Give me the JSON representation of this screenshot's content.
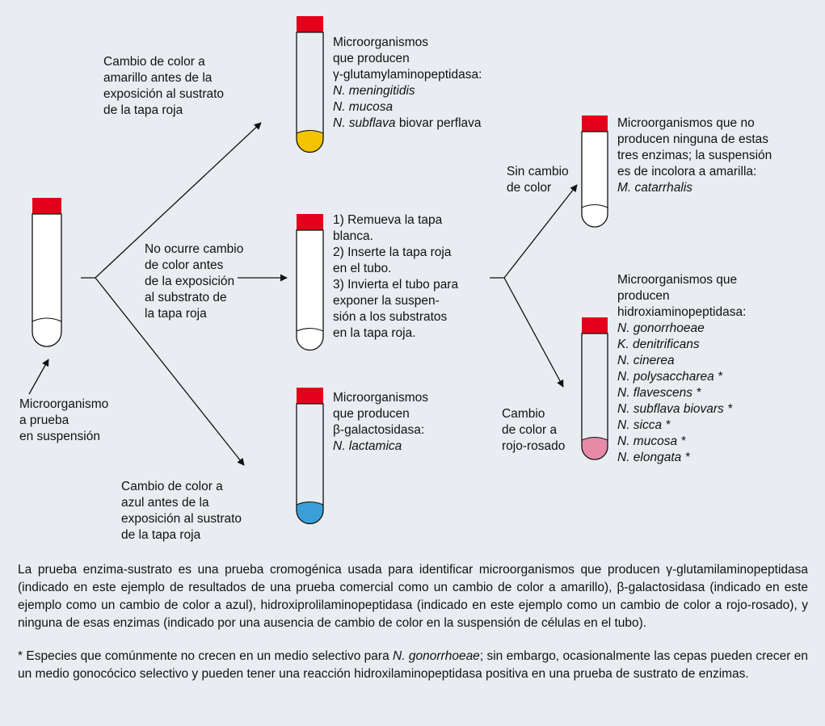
{
  "colors": {
    "background": "#e9edf1",
    "cap_red": "#e3001b",
    "yellow": "#f5c400",
    "blue": "#3b9fd8",
    "pink": "#e68aa8"
  },
  "labels": {
    "start": [
      "Microorganismo",
      "a prueba",
      "en suspensión"
    ],
    "yellow_change": [
      "Cambio de color a",
      "amarillo antes de la",
      "exposición al sustrato",
      "de la tapa roja"
    ],
    "no_change": [
      "No ocurre cambio",
      "de color antes",
      "de la exposición",
      "al substrato de",
      "la tapa roja"
    ],
    "blue_change": [
      "Cambio de color a",
      "azul antes de la",
      "exposición al sustrato",
      "de la tapa roja"
    ],
    "sin_cambio": [
      "Sin cambio",
      "de color"
    ],
    "rojo_change": [
      "Cambio",
      "de color a",
      "rojo-rosado"
    ]
  },
  "results": {
    "gamma": {
      "head": [
        "Microorganismos",
        "que producen",
        "γ-glutamylaminopeptidasa:"
      ],
      "species": [
        "N. meningitidis",
        "N. mucosa",
        "N. subflava"
      ],
      "suffix": " biovar perflava"
    },
    "instructions": [
      "1) Remueva la tapa",
      "blanca.",
      "2) Inserte la tapa roja",
      "en el tubo.",
      "3) Invierta el tubo para",
      "exponer la suspen-",
      "sión a los substratos",
      "en la tapa roja."
    ],
    "beta": {
      "head": [
        "Microorganismos",
        "que producen",
        "β-galactosidasa:"
      ],
      "species": [
        "N. lactamica"
      ]
    },
    "none": {
      "head": [
        "Microorganismos que no",
        "producen ninguna de estas",
        "tres enzimas; la suspensión",
        "es de incolora a amarilla:"
      ],
      "species": [
        "M. catarrhalis"
      ]
    },
    "hydroxy": {
      "head": [
        "Microorganismos que",
        "producen",
        "hidroxiaminopeptidasa:"
      ],
      "species": [
        "N. gonorrhoeae",
        "K. denitrificans",
        "N. cinerea",
        "N. polysaccharea *",
        "N. flavescens *",
        "N. subflava biovars *",
        "N. sicca *",
        "N. mucosa *",
        "N. elongata *"
      ]
    }
  },
  "caption": {
    "main": "La prueba enzima-sustrato es una prueba cromogénica usada para identificar microorganismos que producen γ-glutamilaminopeptidasa (indicado en este ejemplo de resultados de una prueba comercial como un cambio de color a amarillo), β-galactosidasa (indicado en este ejemplo como un cambio de color a azul), hidroxiprolilaminopeptidasa (indicado en este ejemplo como un cambio de color a rojo-rosado), y ninguna de esas enzimas (indicado por una ausencia de cambio de color en la suspensión de células en el tubo).",
    "footnote_pre": "* Especies que comúnmente no crecen en un medio selectivo para ",
    "footnote_species": "N. gonorrhoeae",
    "footnote_post": "; sin embargo, ocasionalmente las cepas pueden crecer en un medio gonocócico selectivo y pueden tener una reacción hidroxilaminopeptidasa positiva en una prueba de sustrato de enzimas."
  }
}
